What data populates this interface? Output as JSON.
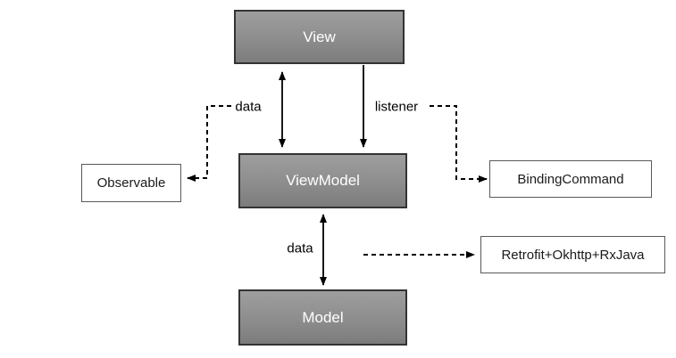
{
  "diagram": {
    "type": "flowchart",
    "nodes": [
      {
        "id": "view",
        "label": "View",
        "style": "primary"
      },
      {
        "id": "viewmodel",
        "label": "ViewModel",
        "style": "primary"
      },
      {
        "id": "model",
        "label": "Model",
        "style": "primary"
      },
      {
        "id": "observable",
        "label": "Observable",
        "style": "secondary"
      },
      {
        "id": "bindingcommand",
        "label": "BindingCommand",
        "style": "secondary"
      },
      {
        "id": "retrofit",
        "label": "Retrofit+Okhttp+RxJava",
        "style": "secondary"
      }
    ],
    "edges": [
      {
        "from": "view",
        "to": "viewmodel",
        "line": "solid",
        "heads": "both",
        "label": ""
      },
      {
        "from": "view",
        "to": "viewmodel",
        "line": "solid",
        "heads": "forward",
        "label": ""
      },
      {
        "from": "viewmodel",
        "to": "model",
        "line": "solid",
        "heads": "both",
        "label": ""
      },
      {
        "from": "data",
        "to": "observable",
        "line": "dashed",
        "heads": "forward",
        "label": "data"
      },
      {
        "from": "listener",
        "to": "bindingcommand",
        "line": "dashed",
        "heads": "forward",
        "label": "listener"
      },
      {
        "from": "viewmodel",
        "to": "retrofit",
        "line": "dashed",
        "heads": "forward",
        "label": "data"
      }
    ],
    "edge_labels": [
      {
        "id": "data_top",
        "text": "data"
      },
      {
        "id": "listener",
        "text": "listener"
      },
      {
        "id": "data_bottom",
        "text": "data"
      }
    ],
    "colors": {
      "primary_node_fill_top": "#9e9e9e",
      "primary_node_fill_bottom": "#7c7c7c",
      "primary_node_border": "#333333",
      "primary_node_text": "#ffffff",
      "secondary_node_fill": "#ffffff",
      "secondary_node_border": "#595959",
      "secondary_node_text": "#1a1a1a",
      "connector": "#000000",
      "background": "#ffffff"
    }
  }
}
